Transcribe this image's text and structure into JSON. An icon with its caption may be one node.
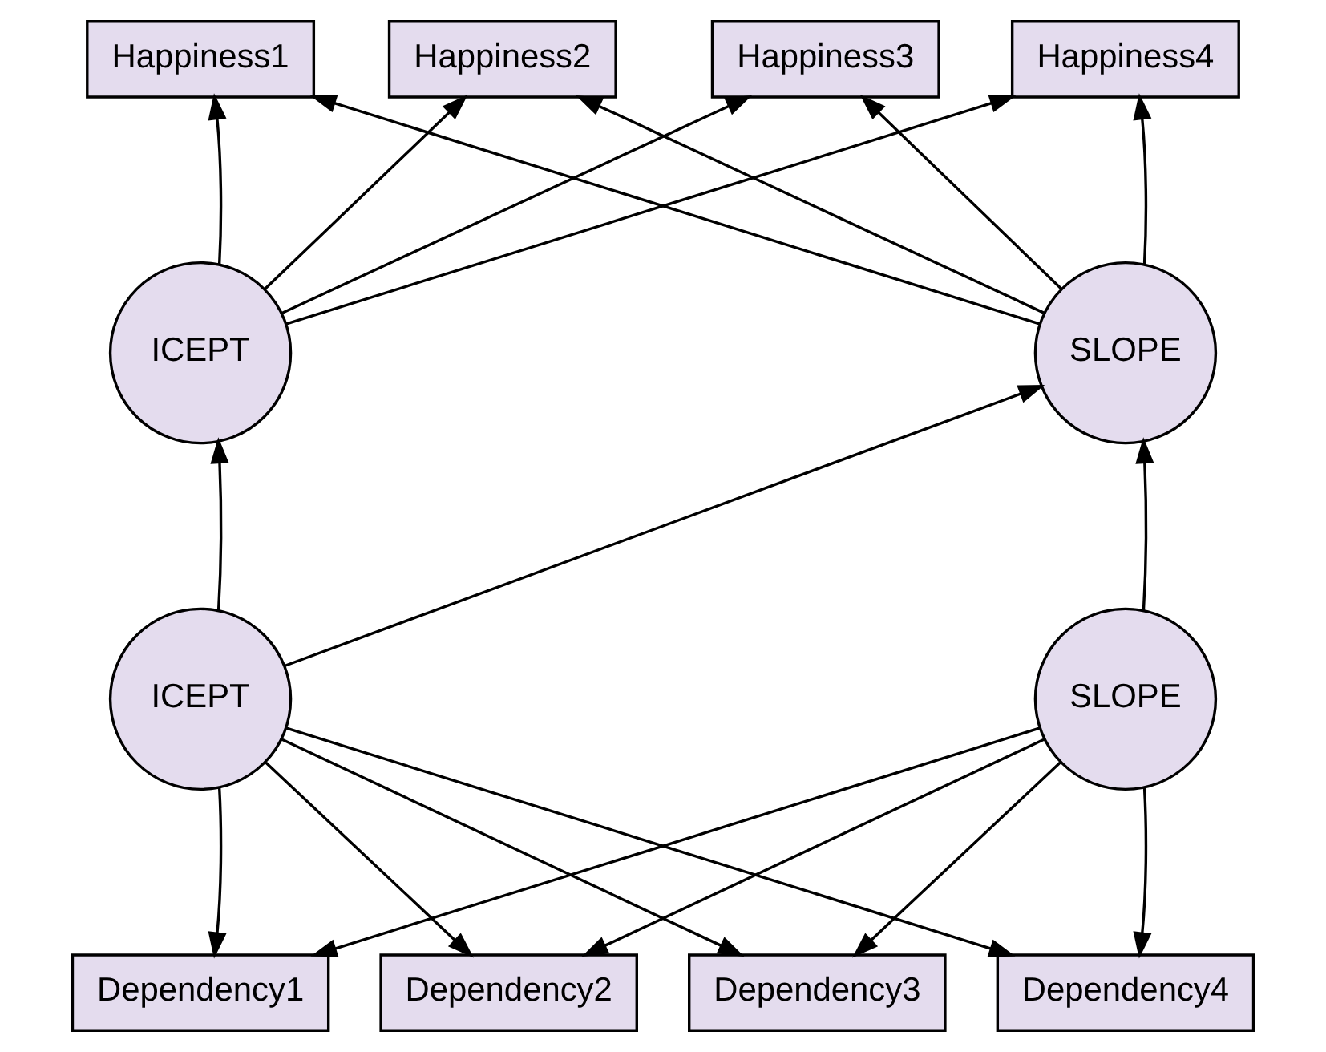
{
  "diagram": {
    "nodes": [
      {
        "text": [
          "Happiness1"
        ]
      },
      {
        "text": [
          "Happiness2"
        ]
      },
      {
        "text": [
          "Happiness3"
        ]
      },
      {
        "text": [
          "Happiness4"
        ]
      },
      {
        "text": [
          "ICEPT"
        ]
      },
      {
        "text": [
          "SLOPE"
        ]
      },
      {
        "text": [
          "ICEPT"
        ]
      },
      {
        "text": [
          "SLOPE"
        ]
      },
      {
        "text": [
          "Dependency1"
        ]
      },
      {
        "text": [
          "Dependency2"
        ]
      },
      {
        "text": [
          "Dependency3"
        ]
      },
      {
        "text": [
          "Dependency4"
        ]
      }
    ],
    "edges": [
      {
        "from": 4,
        "to": 0,
        "arrow": "to"
      },
      {
        "from": 4,
        "to": 1,
        "arrow": "to"
      },
      {
        "from": 4,
        "to": 2,
        "arrow": "to"
      },
      {
        "from": 4,
        "to": 3,
        "arrow": "to"
      },
      {
        "from": 5,
        "to": 0,
        "arrow": "to"
      },
      {
        "from": 5,
        "to": 1,
        "arrow": "to"
      },
      {
        "from": 5,
        "to": 2,
        "arrow": "to"
      },
      {
        "from": 5,
        "to": 3,
        "arrow": "to"
      },
      {
        "from": 6,
        "to": 4,
        "arrow": "to"
      },
      {
        "from": 6,
        "to": 5,
        "arrow": "to"
      },
      {
        "from": 7,
        "to": 5,
        "arrow": "to"
      },
      {
        "from": 6,
        "to": 8,
        "arrow": "to"
      },
      {
        "from": 6,
        "to": 9,
        "arrow": "to"
      },
      {
        "from": 6,
        "to": 10,
        "arrow": "to"
      },
      {
        "from": 6,
        "to": 11,
        "arrow": "to"
      },
      {
        "from": 7,
        "to": 8,
        "arrow": "to"
      },
      {
        "from": 7,
        "to": 9,
        "arrow": "to"
      },
      {
        "from": 7,
        "to": 10,
        "arrow": "to"
      },
      {
        "from": 7,
        "to": 11,
        "arrow": "to"
      }
    ]
  }
}
